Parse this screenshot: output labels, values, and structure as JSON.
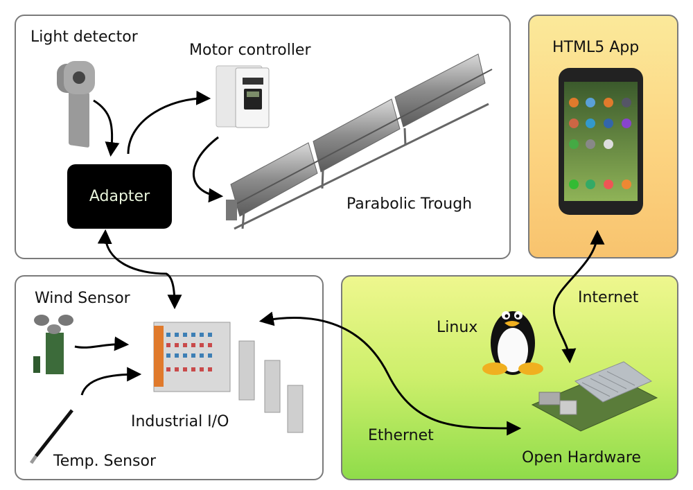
{
  "labels": {
    "light_detector": "Light detector",
    "motor_controller": "Motor controller",
    "adapter": "Adapter",
    "parabolic_trough": "Parabolic Trough",
    "html5_app": "HTML5 App",
    "wind_sensor": "Wind Sensor",
    "industrial_io": "Industrial I/O",
    "temp_sensor": "Temp. Sensor",
    "linux": "Linux",
    "internet": "Internet",
    "ethernet": "Ethernet",
    "open_hardware": "Open Hardware"
  },
  "colors": {
    "panel_border": "#7a7a7a",
    "app_panel": "#fcd481",
    "hardware_panel": "#c4ec68",
    "adapter_box": "#000000",
    "adapter_text": "#e9f5dc"
  },
  "icons": [
    "light-detector-image",
    "motor-controller-image",
    "parabolic-trough-image",
    "smartphone-image",
    "wind-sensor-image",
    "industrial-io-image",
    "temp-sensor-image",
    "tux-penguin-image",
    "open-hardware-board-image"
  ]
}
